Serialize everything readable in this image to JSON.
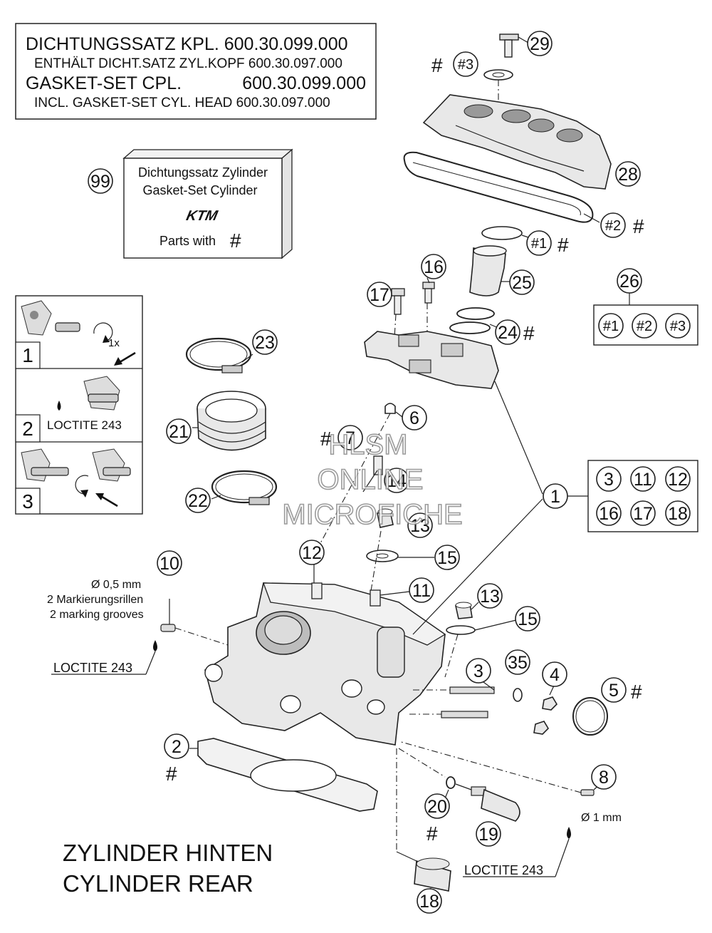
{
  "gasket_box": {
    "line1": "DICHTUNGSSATZ KPL. 600.30.099.000",
    "line2": "ENTHÄLT DICHT.SATZ ZYL.KOPF 600.30.097.000",
    "line3_left": "GASKET-SET CPL.",
    "line3_right": "600.30.099.000",
    "line4": "INCL. GASKET-SET CYL. HEAD 600.30.097.000"
  },
  "package": {
    "callout": "99",
    "line1": "Dichtungssatz Zylinder",
    "line2": "Gasket-Set Cylinder",
    "brand": "KTM",
    "parts_with": "Parts with",
    "hash": "#"
  },
  "steps": [
    {
      "number": "1",
      "note": "1x"
    },
    {
      "number": "2",
      "note": "LOCTITE 243"
    },
    {
      "number": "3",
      "note": ""
    }
  ],
  "callouts": [
    {
      "id": "c29",
      "label": "29"
    },
    {
      "id": "c3hash",
      "label": "#3"
    },
    {
      "id": "c28",
      "label": "28"
    },
    {
      "id": "c2hash",
      "label": "#2"
    },
    {
      "id": "c1hash",
      "label": "#1"
    },
    {
      "id": "c25",
      "label": "25"
    },
    {
      "id": "c16",
      "label": "16"
    },
    {
      "id": "c17",
      "label": "17"
    },
    {
      "id": "c24",
      "label": "24"
    },
    {
      "id": "c26",
      "label": "26"
    },
    {
      "id": "c23",
      "label": "23"
    },
    {
      "id": "c21",
      "label": "21"
    },
    {
      "id": "c22",
      "label": "22"
    },
    {
      "id": "c6",
      "label": "6"
    },
    {
      "id": "c7",
      "label": "7"
    },
    {
      "id": "c14",
      "label": "14"
    },
    {
      "id": "c13a",
      "label": "13"
    },
    {
      "id": "c1",
      "label": "1"
    },
    {
      "id": "c15a",
      "label": "15"
    },
    {
      "id": "c12",
      "label": "12"
    },
    {
      "id": "c11",
      "label": "11"
    },
    {
      "id": "c10",
      "label": "10"
    },
    {
      "id": "c13b",
      "label": "13"
    },
    {
      "id": "c15b",
      "label": "15"
    },
    {
      "id": "c3",
      "label": "3"
    },
    {
      "id": "c35",
      "label": "35"
    },
    {
      "id": "c4",
      "label": "4"
    },
    {
      "id": "c5",
      "label": "5"
    },
    {
      "id": "c2",
      "label": "2"
    },
    {
      "id": "c8",
      "label": "8"
    },
    {
      "id": "c20",
      "label": "20"
    },
    {
      "id": "c19",
      "label": "19"
    },
    {
      "id": "c18",
      "label": "18"
    }
  ],
  "group_26": [
    "#1",
    "#2",
    "#3"
  ],
  "group_1": [
    "3",
    "11",
    "12",
    "16",
    "17",
    "18"
  ],
  "annotations": {
    "part10_dim": "Ø 0,5 mm",
    "part10_de": "2 Markierungsrillen",
    "part10_en": "2 marking grooves",
    "loctite_left": "LOCTITE 243",
    "part8_dim": "Ø 1 mm",
    "loctite_right": "LOCTITE 243",
    "hash": "#"
  },
  "title": {
    "de": "ZYLINDER HINTEN",
    "en": "CYLINDER REAR"
  },
  "watermark": {
    "line1": "HLSM",
    "line2": "ONLINE",
    "line3": "MICROFICHE"
  }
}
